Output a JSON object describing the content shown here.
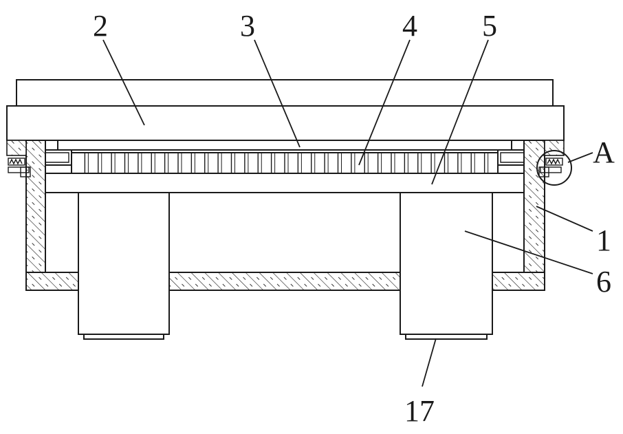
{
  "callouts": {
    "c1": "1",
    "c2": "2",
    "c3": "3",
    "c4": "4",
    "c5": "5",
    "c6": "6",
    "c17": "17",
    "cA": "A"
  },
  "colors": {
    "line": "#1a1a1a",
    "background": "#ffffff"
  }
}
